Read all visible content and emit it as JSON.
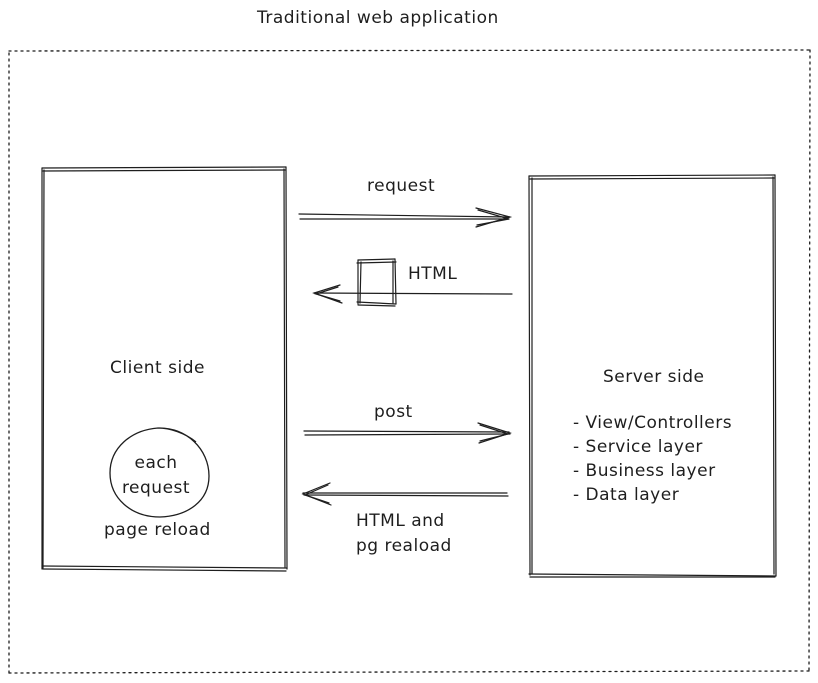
{
  "diagram": {
    "title": "Traditional web application",
    "client": {
      "label": "Client side",
      "circle_text": "each request",
      "caption": "page reload"
    },
    "server": {
      "label": "Server side",
      "layers": [
        "- View/Controllers",
        "- Service layer",
        "- Business layer",
        "- Data layer"
      ]
    },
    "arrows": {
      "request": "request",
      "html": "HTML",
      "post": "post",
      "html_reload_line1": "HTML and",
      "html_reload_line2": "pg reaload"
    },
    "colors": {
      "stroke": "#1e1e1e",
      "background": "#ffffff"
    }
  }
}
